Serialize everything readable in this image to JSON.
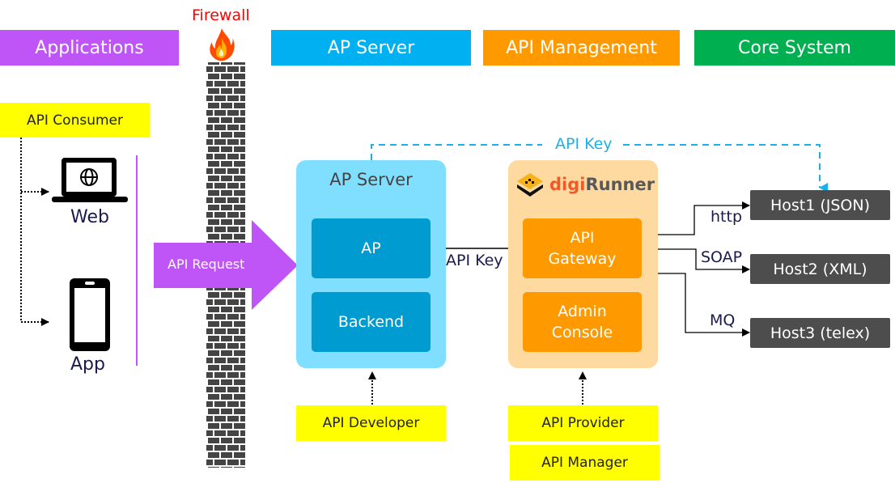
{
  "header": {
    "applications": "Applications",
    "firewall": "Firewall",
    "ap_server": "AP Server",
    "api_management": "API Management",
    "core_system": "Core System"
  },
  "colors": {
    "applications": "#bf55f7",
    "ap_server": "#00b0f0",
    "api_management": "#ff9900",
    "core_system": "#00b050",
    "firewall_text": "#ff0000",
    "role_highlight": "#ffff00",
    "host": "#4d4d4d",
    "api_key_dashed": "#1ab0ea"
  },
  "consumer": {
    "label": "API Consumer",
    "web": "Web",
    "app": "App"
  },
  "request_arrow": "API Request",
  "ap_server_box": {
    "title": "AP Server",
    "ap": "AP",
    "backend": "Backend"
  },
  "digirunner_box": {
    "logo_digi": "digi",
    "logo_runner": "Runner",
    "gateway_line1": "API",
    "gateway_line2": "Gateway",
    "admin_line1": "Admin",
    "admin_line2": "Console"
  },
  "connections": {
    "api_key_top": "API Key",
    "api_key_mid": "API Key",
    "http": "http",
    "soap": "SOAP",
    "mq": "MQ"
  },
  "hosts": [
    "Host1 (JSON)",
    "Host2 (XML)",
    "Host3 (telex)"
  ],
  "roles": {
    "developer": "API Developer",
    "provider": "API Provider",
    "manager": "API Manager"
  }
}
